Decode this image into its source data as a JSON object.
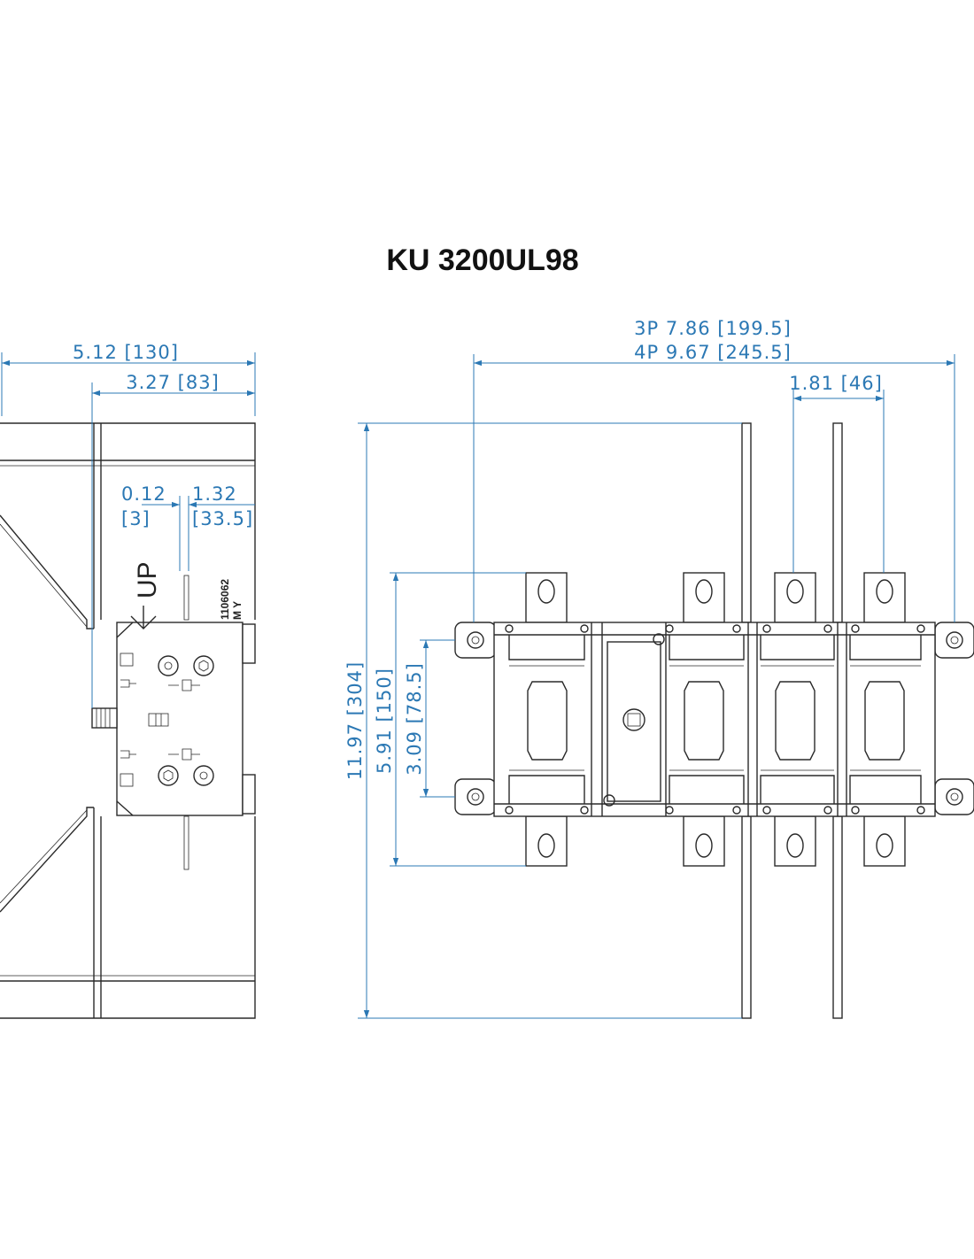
{
  "title": "KU 3200UL98",
  "colors": {
    "dimension": "#2b78b4",
    "outline": "#2a2a2a",
    "background": "#ffffff"
  },
  "side_view": {
    "overall_depth": "5.12  [130]",
    "mount_depth": "3.27  [83]",
    "gap_in": "0.12",
    "gap_mm": "[3]",
    "handle_in": "1.32",
    "handle_mm": "[33.5]",
    "up_label": "UP",
    "part_number": "1106062",
    "marks": "M Y"
  },
  "front_view": {
    "width_3p": "3P  7.86  [199.5]",
    "width_4p": "4P  9.67  [245.5]",
    "pole_pitch": "1.81  [46]",
    "overall_height": "11.97  [304]",
    "terminal_height": "5.91  [150]",
    "mount_height": "3.09  [78.5]"
  }
}
